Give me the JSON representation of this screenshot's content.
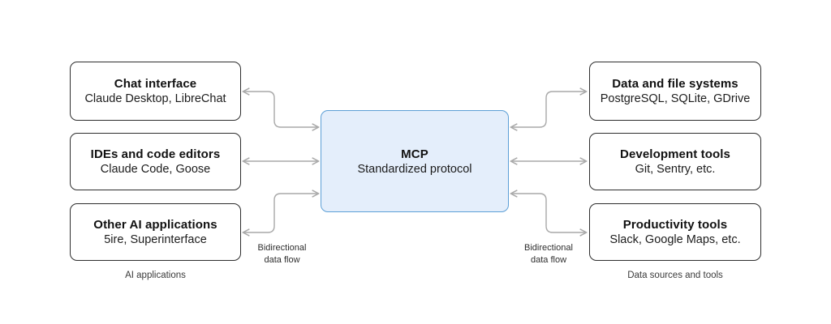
{
  "colors": {
    "arrow": "#a9a9a9",
    "node_border": "#2d2d2d",
    "mcp_border": "#5c9fd6",
    "mcp_fill": "#e4eefb"
  },
  "center_node": {
    "title": "MCP",
    "subtitle": "Standardized protocol"
  },
  "left_group": {
    "caption": "AI applications",
    "flow_label_line1": "Bidirectional",
    "flow_label_line2": "data flow",
    "nodes": [
      {
        "title": "Chat interface",
        "subtitle": "Claude Desktop, LibreChat"
      },
      {
        "title": "IDEs and code editors",
        "subtitle": "Claude Code, Goose"
      },
      {
        "title": "Other AI applications",
        "subtitle": "5ire, Superinterface"
      }
    ]
  },
  "right_group": {
    "caption": "Data sources and tools",
    "flow_label_line1": "Bidirectional",
    "flow_label_line2": "data flow",
    "nodes": [
      {
        "title": "Data and file systems",
        "subtitle": "PostgreSQL, SQLite, GDrive"
      },
      {
        "title": "Development tools",
        "subtitle": "Git, Sentry, etc."
      },
      {
        "title": "Productivity tools",
        "subtitle": "Slack, Google Maps, etc."
      }
    ]
  }
}
